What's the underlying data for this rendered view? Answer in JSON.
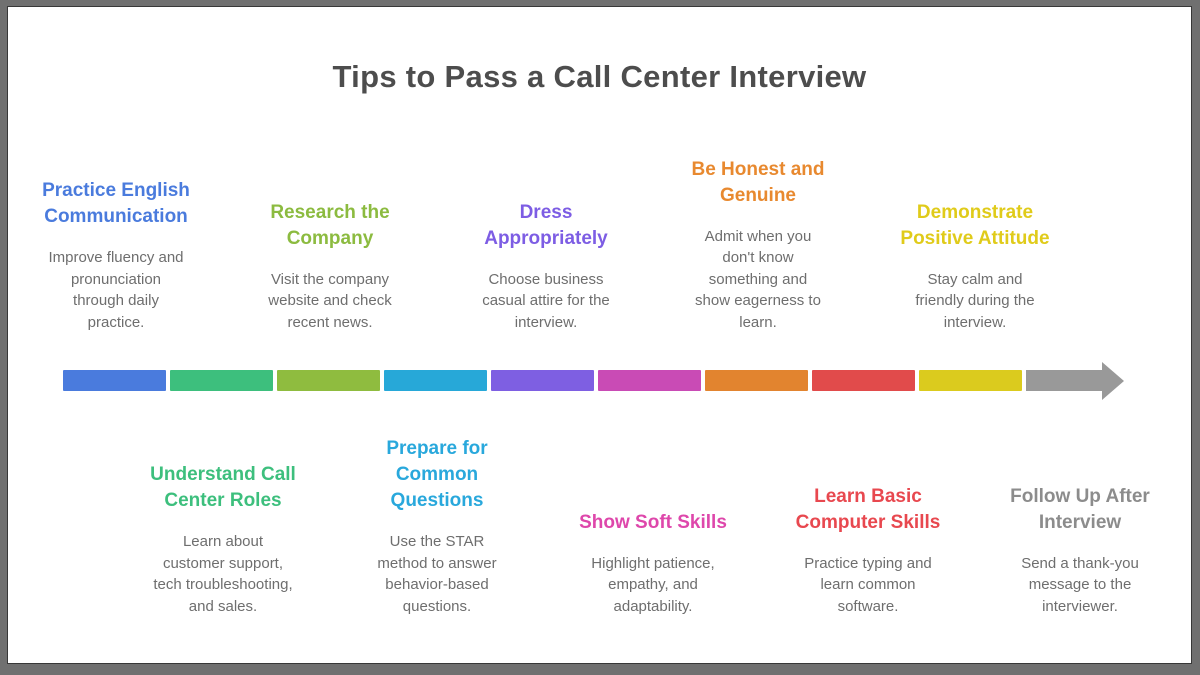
{
  "title": "Tips to Pass a Call Center Interview",
  "colors": {
    "frame": "#707070",
    "background": "#ffffff",
    "title": "#4d4d4d",
    "body_text": "#6e6e6e"
  },
  "steps_top": [
    {
      "heading": "Practice English\nCommunication",
      "body": "Improve fluency and\npronunciation\nthrough daily\npractice.",
      "color": "#4a7bdd"
    },
    {
      "heading": "Research the\nCompany",
      "body": "Visit the company\nwebsite and check\nrecent news.",
      "color": "#8cbb40"
    },
    {
      "heading": "Dress\nAppropriately",
      "body": "Choose business\ncasual attire for the\ninterview.",
      "color": "#7d5de4"
    },
    {
      "heading": "Be Honest and\nGenuine",
      "body": "Admit when you\ndon't know\nsomething and\nshow eagerness to\nlearn.",
      "color": "#e8892f"
    },
    {
      "heading": "Demonstrate\nPositive Attitude",
      "body": "Stay calm and\nfriendly during the\ninterview.",
      "color": "#e0cb1a"
    }
  ],
  "steps_bottom": [
    {
      "heading": "Understand Call\nCenter Roles",
      "body": "Learn about\ncustomer support,\ntech troubleshooting,\nand sales.",
      "color": "#3dbf7d"
    },
    {
      "heading": "Prepare for\nCommon\nQuestions",
      "body": "Use the STAR\nmethod to answer\nbehavior-based\nquestions.",
      "color": "#29a8dc"
    },
    {
      "heading": "Show Soft Skills",
      "body": "Highlight patience,\nempathy, and\nadaptability.",
      "color": "#de47ab"
    },
    {
      "heading": "Learn Basic\nComputer Skills",
      "body": "Practice typing and\nlearn common\nsoftware.",
      "color": "#e8484f"
    },
    {
      "heading": "Follow Up After\nInterview",
      "body": "Send a thank-you\nmessage to the\ninterviewer.",
      "color": "#8c8c8c"
    }
  ],
  "arrow": {
    "segment_colors": [
      "#4a7bdd",
      "#3dbf7d",
      "#8fbc3f",
      "#27a8d8",
      "#7e5fe2",
      "#c94bb5",
      "#e2842f",
      "#e14b4b",
      "#dbcb1e"
    ],
    "shaft_color": "#999999"
  }
}
